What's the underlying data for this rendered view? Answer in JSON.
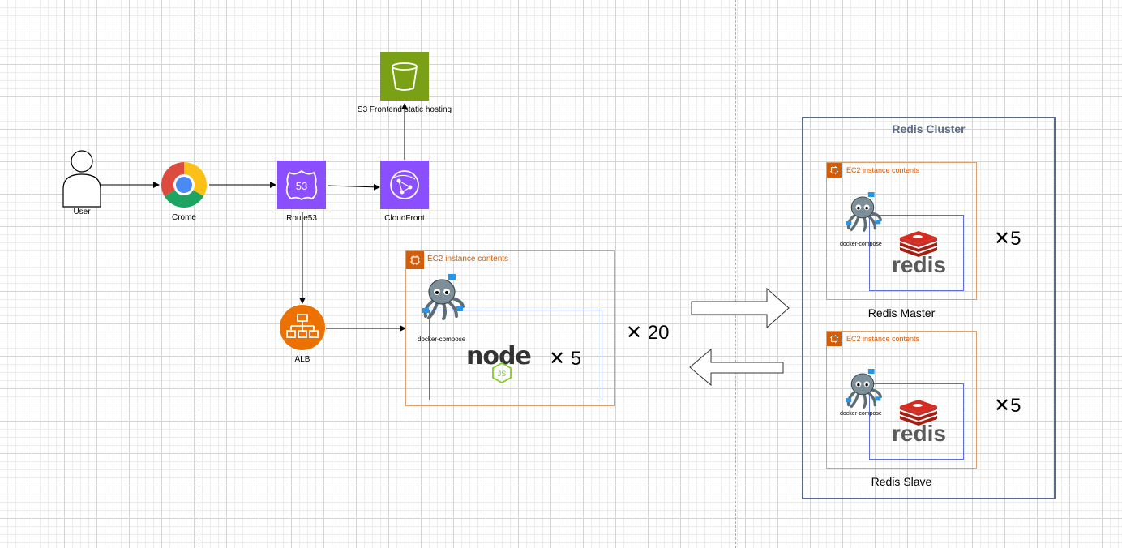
{
  "nodes": {
    "user": "User",
    "chrome": "Crome",
    "route53": "Route53",
    "route53_badge": "53",
    "cloudfront": "CloudFront",
    "s3": "S3 Frontend static hosting",
    "alb": "ALB"
  },
  "app_ec2": {
    "title": "EC2 instance contents",
    "docker_label": "docker-compose",
    "node_logo": "node",
    "node_badge": "JS",
    "multiplier": "✕ 5",
    "group_multiplier": "✕ 20"
  },
  "redis_cluster": {
    "title": "Redis Cluster",
    "master": {
      "ec2_title": "EC2 instance contents",
      "docker_label": "docker-compose",
      "logo": "redis",
      "multiplier": "✕5",
      "caption": "Redis Master"
    },
    "slave": {
      "ec2_title": "EC2 instance contents",
      "docker_label": "docker-compose",
      "logo": "redis",
      "multiplier": "✕5",
      "caption": "Redis Slave"
    }
  },
  "colors": {
    "aws_purple": "#8c4fff",
    "aws_green": "#7aa116",
    "aws_orange": "#ed7100",
    "ec2_orange": "#d45b07",
    "inner_blue": "#5b6fd6",
    "cluster_border": "#5a6a8c",
    "redis_red": "#d82c20"
  }
}
